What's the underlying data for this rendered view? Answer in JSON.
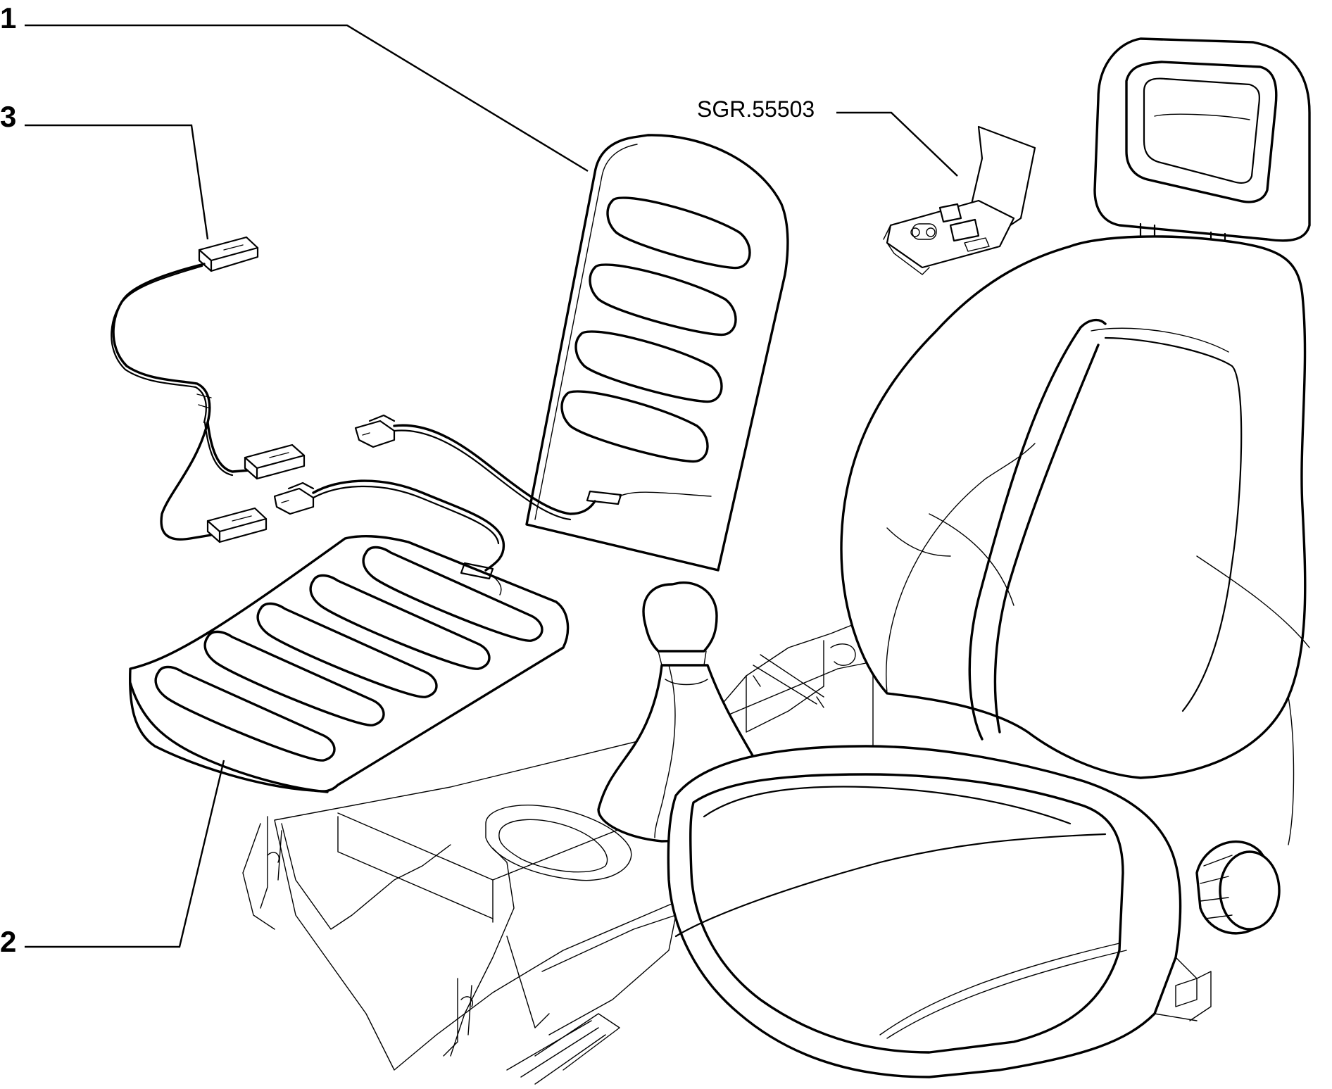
{
  "callouts": [
    {
      "id": "1",
      "label": "1"
    },
    {
      "id": "2",
      "label": "2"
    },
    {
      "id": "3",
      "label": "3"
    }
  ],
  "reference": {
    "label": "SGR.55503"
  },
  "parts": {
    "seat_back_heater": "seat-back-heating-pad",
    "seat_cushion_heater": "seat-cushion-heating-pad",
    "wiring_harness": "heating-wiring-harness",
    "switch_panel": "seat-heater-switch-panel",
    "seat": "front-seat",
    "gear_lever": "gear-shift-lever",
    "console": "center-console"
  }
}
